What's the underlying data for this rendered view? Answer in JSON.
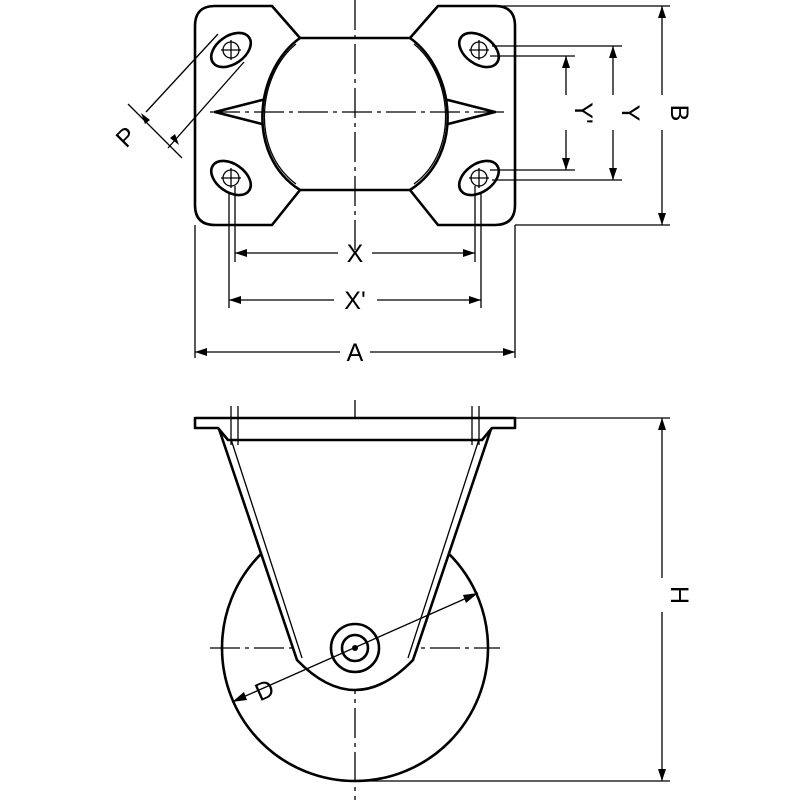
{
  "labels": {
    "X": "X",
    "X_prime": "X'",
    "A": "A",
    "B": "B",
    "Y": "Y",
    "Y_prime": "Y'",
    "P": "P",
    "H": "H",
    "D": "D"
  },
  "colors": {
    "line": "#000000",
    "background": "#ffffff"
  }
}
